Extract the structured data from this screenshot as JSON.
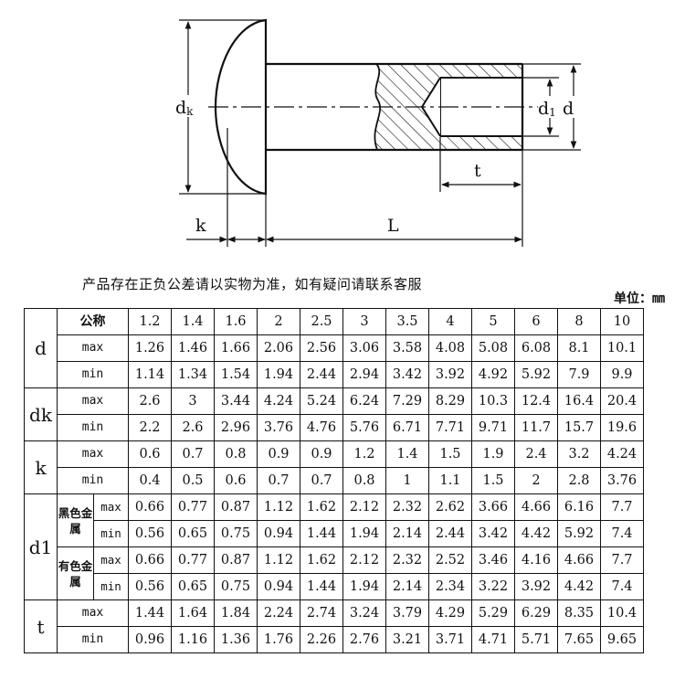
{
  "drawing": {
    "labels": {
      "dk": "d",
      "dk_sub": "k",
      "k": "k",
      "L": "L",
      "t": "t",
      "d1": "d",
      "d1_sub": "1",
      "d": "d"
    }
  },
  "note": "产品存在正负公差请以实物为准，如有疑问请联系客服",
  "unit": "单位：㎜",
  "table": {
    "header_label": "公称",
    "sizes": [
      "1.2",
      "1.4",
      "1.6",
      "2",
      "2.5",
      "3",
      "3.5",
      "4",
      "5",
      "6",
      "8",
      "10"
    ],
    "groups": [
      {
        "name": "d",
        "rows": [
          {
            "label": "max",
            "values": [
              "1.26",
              "1.46",
              "1.66",
              "2.06",
              "2.56",
              "3.06",
              "3.58",
              "4.08",
              "5.08",
              "6.08",
              "8.1",
              "10.1"
            ]
          },
          {
            "label": "min",
            "values": [
              "1.14",
              "1.34",
              "1.54",
              "1.94",
              "2.44",
              "2.94",
              "3.42",
              "3.92",
              "4.92",
              "5.92",
              "7.9",
              "9.9"
            ]
          }
        ]
      },
      {
        "name": "dk",
        "rows": [
          {
            "label": "max",
            "values": [
              "2.6",
              "3",
              "3.44",
              "4.24",
              "5.24",
              "6.24",
              "7.29",
              "8.29",
              "10.3",
              "12.4",
              "16.4",
              "20.4"
            ]
          },
          {
            "label": "min",
            "values": [
              "2.2",
              "2.6",
              "2.96",
              "3.76",
              "4.76",
              "5.76",
              "6.71",
              "7.71",
              "9.71",
              "11.7",
              "15.7",
              "19.6"
            ]
          }
        ]
      },
      {
        "name": "k",
        "rows": [
          {
            "label": "max",
            "values": [
              "0.6",
              "0.7",
              "0.8",
              "0.9",
              "0.9",
              "1.2",
              "1.4",
              "1.5",
              "1.9",
              "2.4",
              "3.2",
              "4.24"
            ]
          },
          {
            "label": "min",
            "values": [
              "0.4",
              "0.5",
              "0.6",
              "0.7",
              "0.7",
              "0.8",
              "1",
              "1.1",
              "1.5",
              "2",
              "2.8",
              "3.76"
            ]
          }
        ]
      },
      {
        "name": "d1",
        "materials": [
          {
            "name": "黑色金属",
            "rows": [
              {
                "label": "max",
                "values": [
                  "0.66",
                  "0.77",
                  "0.87",
                  "1.12",
                  "1.62",
                  "2.12",
                  "2.32",
                  "2.62",
                  "3.66",
                  "4.66",
                  "6.16",
                  "7.7"
                ]
              },
              {
                "label": "min",
                "values": [
                  "0.56",
                  "0.65",
                  "0.75",
                  "0.94",
                  "1.44",
                  "1.94",
                  "2.14",
                  "2.44",
                  "3.42",
                  "4.42",
                  "5.92",
                  "7.4"
                ]
              }
            ]
          },
          {
            "name": "有色金属",
            "rows": [
              {
                "label": "max",
                "values": [
                  "0.66",
                  "0.77",
                  "0.87",
                  "1.12",
                  "1.62",
                  "2.12",
                  "2.32",
                  "2.52",
                  "3.46",
                  "4.16",
                  "4.66",
                  "7.7"
                ]
              },
              {
                "label": "min",
                "values": [
                  "0.56",
                  "0.65",
                  "0.75",
                  "0.94",
                  "1.44",
                  "1.94",
                  "2.14",
                  "2.34",
                  "3.22",
                  "3.92",
                  "4.42",
                  "7.4"
                ]
              }
            ]
          }
        ]
      },
      {
        "name": "t",
        "rows": [
          {
            "label": "max",
            "values": [
              "1.44",
              "1.64",
              "1.84",
              "2.24",
              "2.74",
              "3.24",
              "3.79",
              "4.29",
              "5.29",
              "6.29",
              "8.35",
              "10.4"
            ]
          },
          {
            "label": "min",
            "values": [
              "0.96",
              "1.16",
              "1.36",
              "1.76",
              "2.26",
              "2.76",
              "3.21",
              "3.71",
              "4.71",
              "5.71",
              "7.65",
              "9.65"
            ]
          }
        ]
      }
    ]
  }
}
